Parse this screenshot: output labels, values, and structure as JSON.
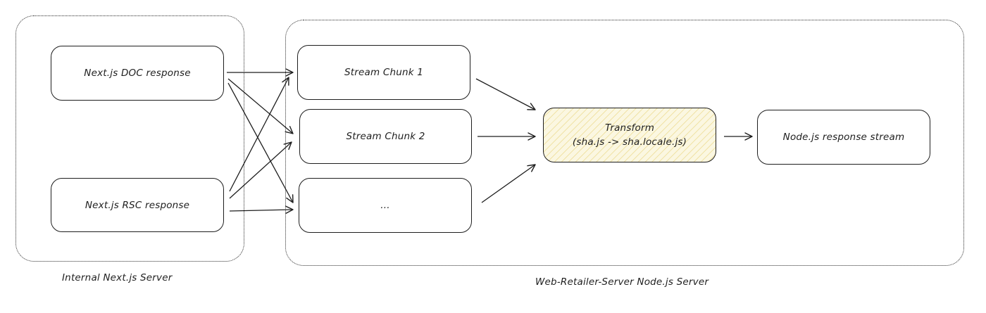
{
  "groups": {
    "internal": {
      "label": "Internal Next.js Server"
    },
    "web_retailer": {
      "label": "Web-Retailer-Server Node.js Server"
    }
  },
  "nodes": {
    "doc": {
      "label": "Next.js DOC response"
    },
    "rsc": {
      "label": "Next.js RSC response"
    },
    "chunk1": {
      "label": "Stream Chunk 1"
    },
    "chunk2": {
      "label": "Stream Chunk 2"
    },
    "chunk_more": {
      "label": "..."
    },
    "transform": {
      "line1": "Transform",
      "line2": "(sha.js -> sha.locale.js)"
    },
    "node_stream": {
      "label": "Node.js response stream"
    }
  },
  "edges": [
    {
      "from": "doc",
      "to": "chunk1"
    },
    {
      "from": "doc",
      "to": "chunk2"
    },
    {
      "from": "doc",
      "to": "chunk_more"
    },
    {
      "from": "rsc",
      "to": "chunk1"
    },
    {
      "from": "rsc",
      "to": "chunk2"
    },
    {
      "from": "rsc",
      "to": "chunk_more"
    },
    {
      "from": "chunk1",
      "to": "transform"
    },
    {
      "from": "chunk2",
      "to": "transform"
    },
    {
      "from": "chunk_more",
      "to": "transform"
    },
    {
      "from": "transform",
      "to": "node_stream"
    }
  ],
  "colors": {
    "stroke": "#1e1e1e",
    "highlight_fill": "#fbf7e1",
    "highlight_hatch": "#e8d278"
  }
}
